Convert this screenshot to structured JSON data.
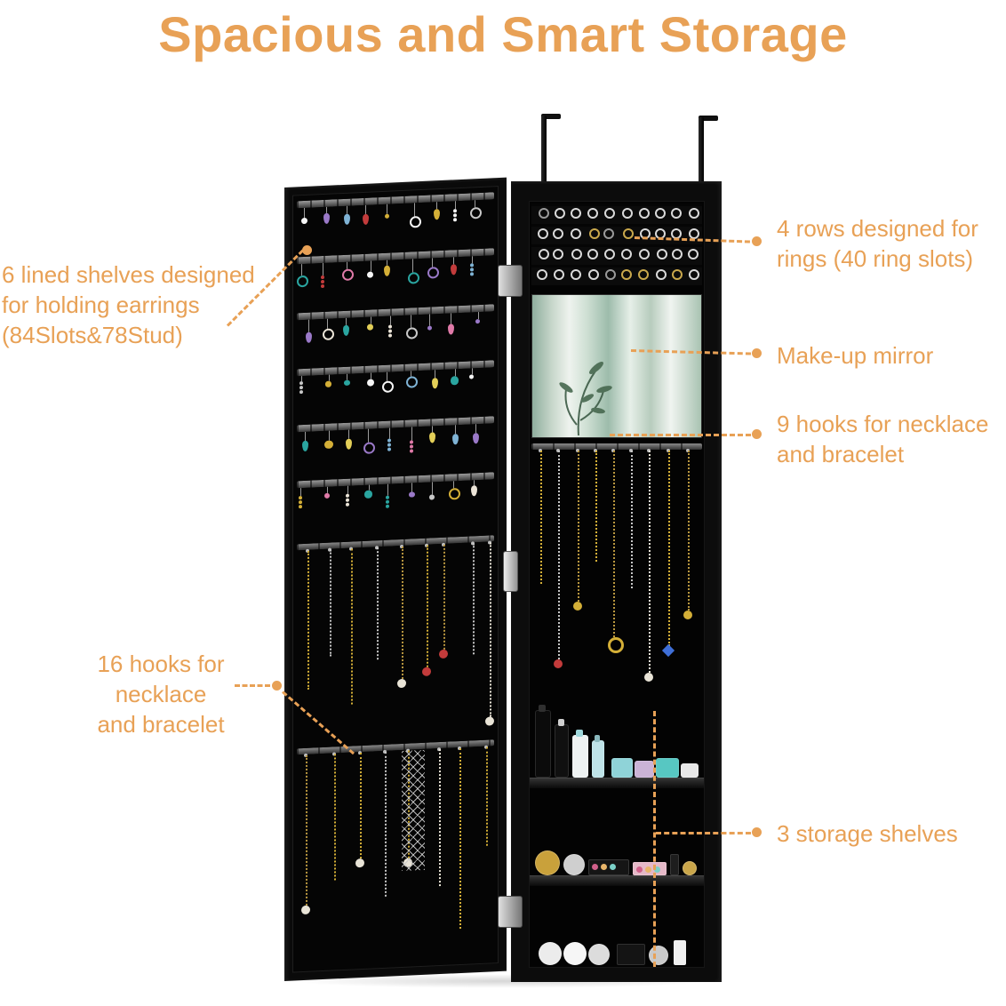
{
  "title": "Spacious and Smart Storage",
  "colors": {
    "accent": "#E8A156",
    "cabinet": "#0b0b0b"
  },
  "annotations": {
    "earrings": "6 lined shelves designed\nfor holding earrings\n(84Slots&78Stud)",
    "hooks16": "16 hooks for\nnecklace\nand bracelet",
    "rings": "4 rows designed for\nrings (40 ring slots)",
    "mirror": "Make-up mirror",
    "hooks9": "9 hooks for necklace\nand bracelet",
    "shelves": "3 storage shelves"
  }
}
